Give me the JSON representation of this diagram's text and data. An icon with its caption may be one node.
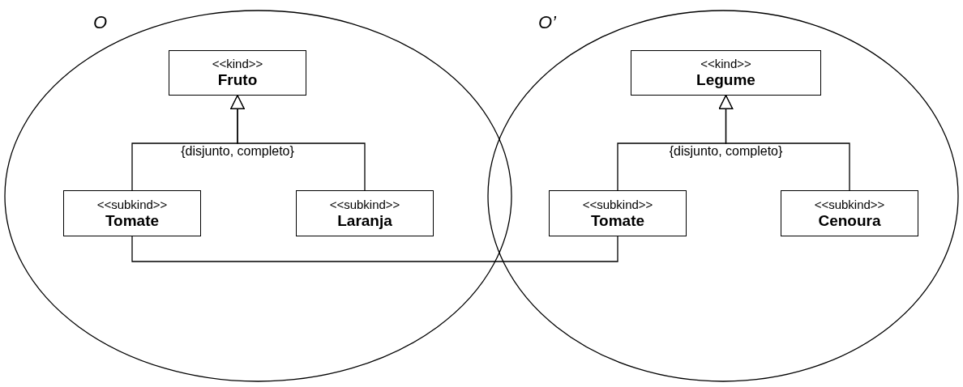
{
  "diagram": {
    "nodes": [
      {
        "text": [
          "O"
        ]
      },
      {
        "text": [
          "<<kind>>",
          "Fruto"
        ],
        "in": 0
      },
      {
        "text": [
          "<<subkind>>",
          "Tomate"
        ],
        "in": 0
      },
      {
        "text": [
          "<<subkind>>",
          "Laranja"
        ],
        "in": 0
      },
      {
        "text": [
          "O’"
        ]
      },
      {
        "text": [
          "<<kind>>",
          "Legume"
        ],
        "in": 4
      },
      {
        "text": [
          "<<subkind>>",
          "Tomate"
        ],
        "in": 4
      },
      {
        "text": [
          "<<subkind>>",
          "Cenoura"
        ],
        "in": 4
      }
    ],
    "edges": [
      {
        "from": 2,
        "to": 1,
        "arrow": "to",
        "label": "{disjunto, completo}"
      },
      {
        "from": 3,
        "to": 1,
        "arrow": "to"
      },
      {
        "from": 6,
        "to": 5,
        "arrow": "to",
        "label": "{disjunto, completo}"
      },
      {
        "from": 7,
        "to": 5,
        "arrow": "to"
      },
      {
        "from": 2,
        "to": 6,
        "arrow": "none"
      }
    ]
  }
}
